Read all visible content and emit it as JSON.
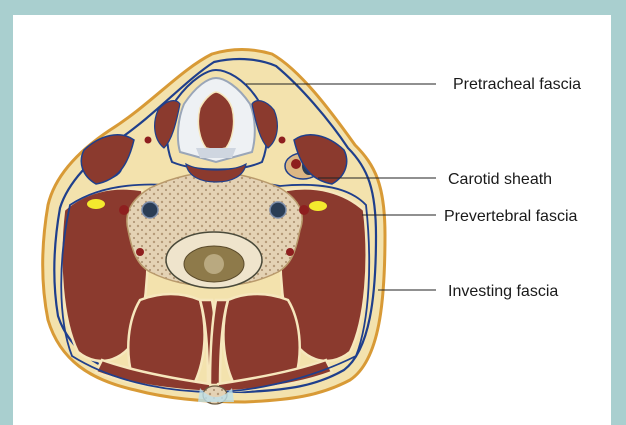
{
  "diagram": {
    "labels": {
      "pretracheal": "Pretracheal fascia",
      "carotid": "Carotid sheath",
      "prevertebral": "Prevertebral fascia",
      "investing": "Investing fascia"
    },
    "colors": {
      "frame": "#a9cfcf",
      "skin_outline": "#d89a36",
      "subcutaneous": "#f3e2ad",
      "muscle": "#8b3a2e",
      "fascia": "#1f3f8c",
      "bone": "#e4d2b4",
      "vessel_dark": "#2a3d55",
      "vessel_red": "#8e1f1f",
      "thyroid_gland": "#efd72b",
      "fat_spot": "#f4ea2e",
      "spinal_cord": "#8e7a4a"
    }
  }
}
